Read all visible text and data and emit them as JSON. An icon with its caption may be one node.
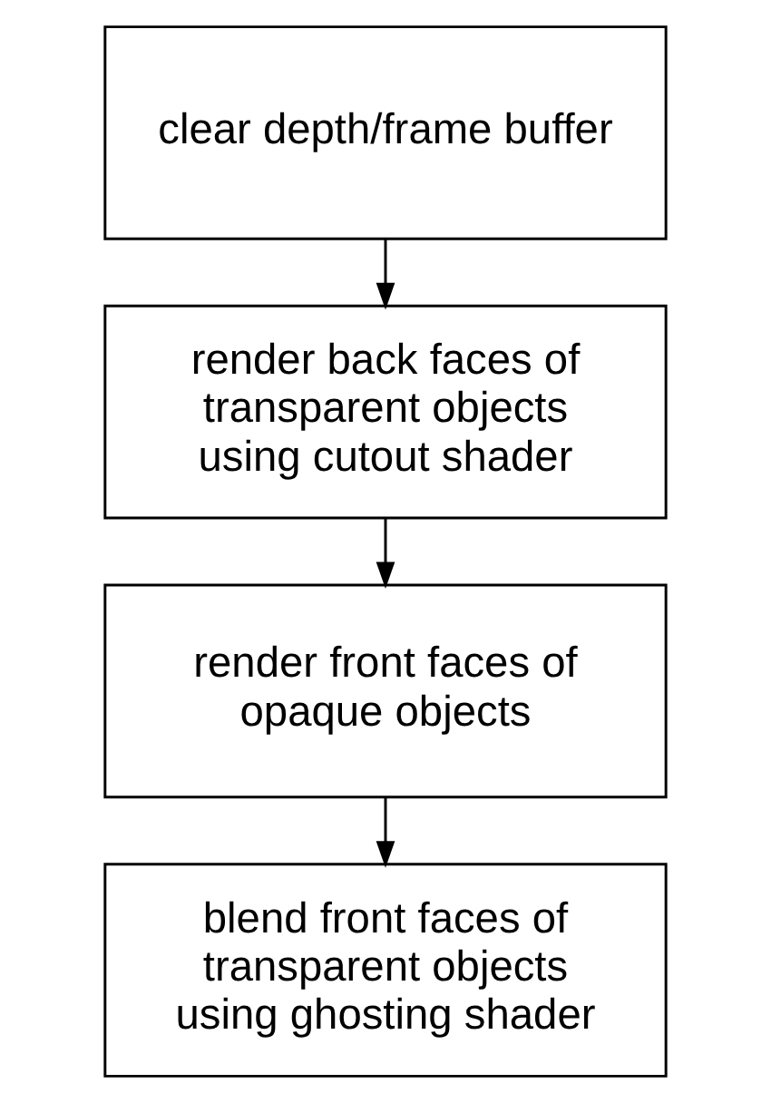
{
  "diagram": {
    "nodes": [
      {
        "text": [
          "clear depth/frame buffer"
        ]
      },
      {
        "text": [
          "render back faces of transparent objects using cutout shader"
        ]
      },
      {
        "text": [
          "render front faces of opaque objects"
        ]
      },
      {
        "text": [
          "blend front faces of transparent objects using ghosting shader"
        ]
      }
    ],
    "edges": [
      {
        "from": 0,
        "to": 1,
        "arrow": "to"
      },
      {
        "from": 1,
        "to": 2,
        "arrow": "to"
      },
      {
        "from": 2,
        "to": 3,
        "arrow": "to"
      }
    ]
  }
}
